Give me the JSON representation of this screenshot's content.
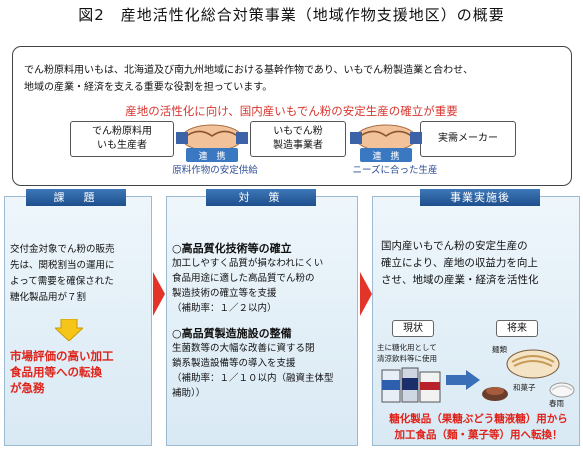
{
  "title": "図2　産地活性化総合対策事業（地域作物支援地区）の概要",
  "top": {
    "text_line1": "でん粉原料用いもは、北海道及び南九州地域における基幹作物であり、いもでん粉製造業と合わせ、",
    "text_line2": "地域の産業・経済を支える重要な役割を担っています。",
    "highlight": "産地の活性化に向け、国内産いもでん粉の安定生産の確立が重要",
    "actor1_line1": "でん粉原料用",
    "actor1_line2": "いも生産者",
    "actor2_line1": "いもでん粉",
    "actor2_line2": "製造事業者",
    "actor3": "実需メーカー",
    "handshake_label1": "連　携",
    "handshake_label2": "連　携",
    "link1": "原料作物の安定供給",
    "link2": "ニーズに合った生産"
  },
  "col1": {
    "header": "課　題",
    "text_lines": [
      "交付金対象でん粉の販売",
      "先は、関税割当の運用に",
      "よって需要を確保された",
      "糖化製品用が７割"
    ],
    "red_lines": [
      "市場評価の高い加工",
      "食品用等への転換",
      "が急務"
    ]
  },
  "col2": {
    "header": "対　策",
    "h1": "○高品質化技術等の確立",
    "t1_lines": [
      "加工しやすく品質が損なわれにくい",
      "食品用途に適した高品質でん粉の",
      "製造技術の確立等を支援",
      "（補助率：１／２以内）"
    ],
    "h2": "○高品質製造施設の整備",
    "t2_lines": [
      "生菌数等の大幅な改善に資する閉",
      "鎖系製造設備等の導入を支援",
      "（補助率：１／１０以内（融資主体型",
      "補助））"
    ]
  },
  "col3": {
    "header": "事業実施後",
    "text_lines": [
      "国内産いもでん粉の安定生産の",
      "確立により、産地の収益力を向上",
      "させ、地域の産業・経済を活性化"
    ],
    "now_tag": "現状",
    "future_tag": "将来",
    "now_note_line1": "主に糖化用として",
    "now_note_line2": "清涼飲料等に使用",
    "future_note1": "麺類",
    "future_note2": "和菓子",
    "future_note3": "春雨",
    "red_lines": [
      "糖化製品（果糖ぶどう糖液糖）用から",
      "加工食品（麺・菓子等）用へ転換！"
    ]
  },
  "colors": {
    "accent_red": "#e0231a",
    "header_blue": "#1d4f8c",
    "arrow_red": "#e3342a",
    "link_blue": "#2e4e96"
  }
}
